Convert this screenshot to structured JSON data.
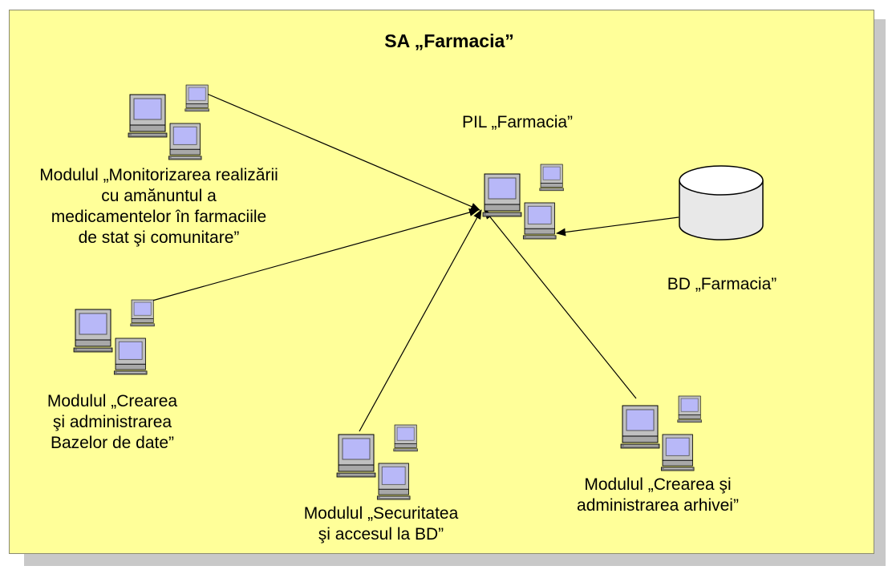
{
  "diagram": {
    "title": "SA „Farmacia”",
    "hub_label": "PIL „Farmacia”",
    "database_label": "BD „Farmacia”",
    "modules": {
      "monitoring": "Modulul „Monitorizarea realizării\ncu amănuntul a\nmedicamentelor în farmaciile\nde stat şi comunitare”",
      "databases": "Modulul „Crearea\nşi administrarea\nBazelor de date”",
      "security": "Modulul „Securitatea\nşi accesul la BD”",
      "archive": "Modulul „Crearea şi\nadministrarea arhivei”"
    },
    "icons": {
      "workstation": "computer-group-icon",
      "database": "database-cylinder-icon"
    },
    "colors": {
      "background": "#ffff99",
      "screen": "#b8b8f8",
      "casing": "#c0c0c0"
    }
  }
}
